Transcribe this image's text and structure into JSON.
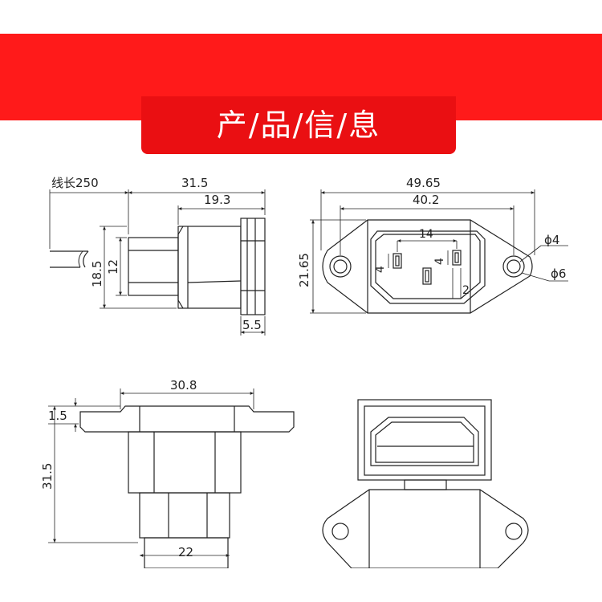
{
  "colors": {
    "banner": "#ff1a1a",
    "tab": "#ea0f12",
    "title": "#ffffff",
    "line": "#222222"
  },
  "header": {
    "title": "产/品/信/息"
  },
  "side_view": {
    "cable_length": "线长250",
    "overall_length": "31.5",
    "body_length": "19.3",
    "outer_diameter": "18.5",
    "inner_diameter": "12",
    "flange_thickness": "5.5"
  },
  "front_view": {
    "flange_width": "49.65",
    "hole_spacing": "40.2",
    "height": "21.65",
    "pin_spacing": "14",
    "pin_height_left": "4",
    "pin_height_right": "4",
    "pin_width": "2",
    "hole_inner": "ϕ4",
    "hole_outer": "ϕ6"
  },
  "bottom_side_view": {
    "flange_width": "30.8",
    "flange_thickness": "1.5",
    "height": "31.5",
    "body_width": "22"
  }
}
